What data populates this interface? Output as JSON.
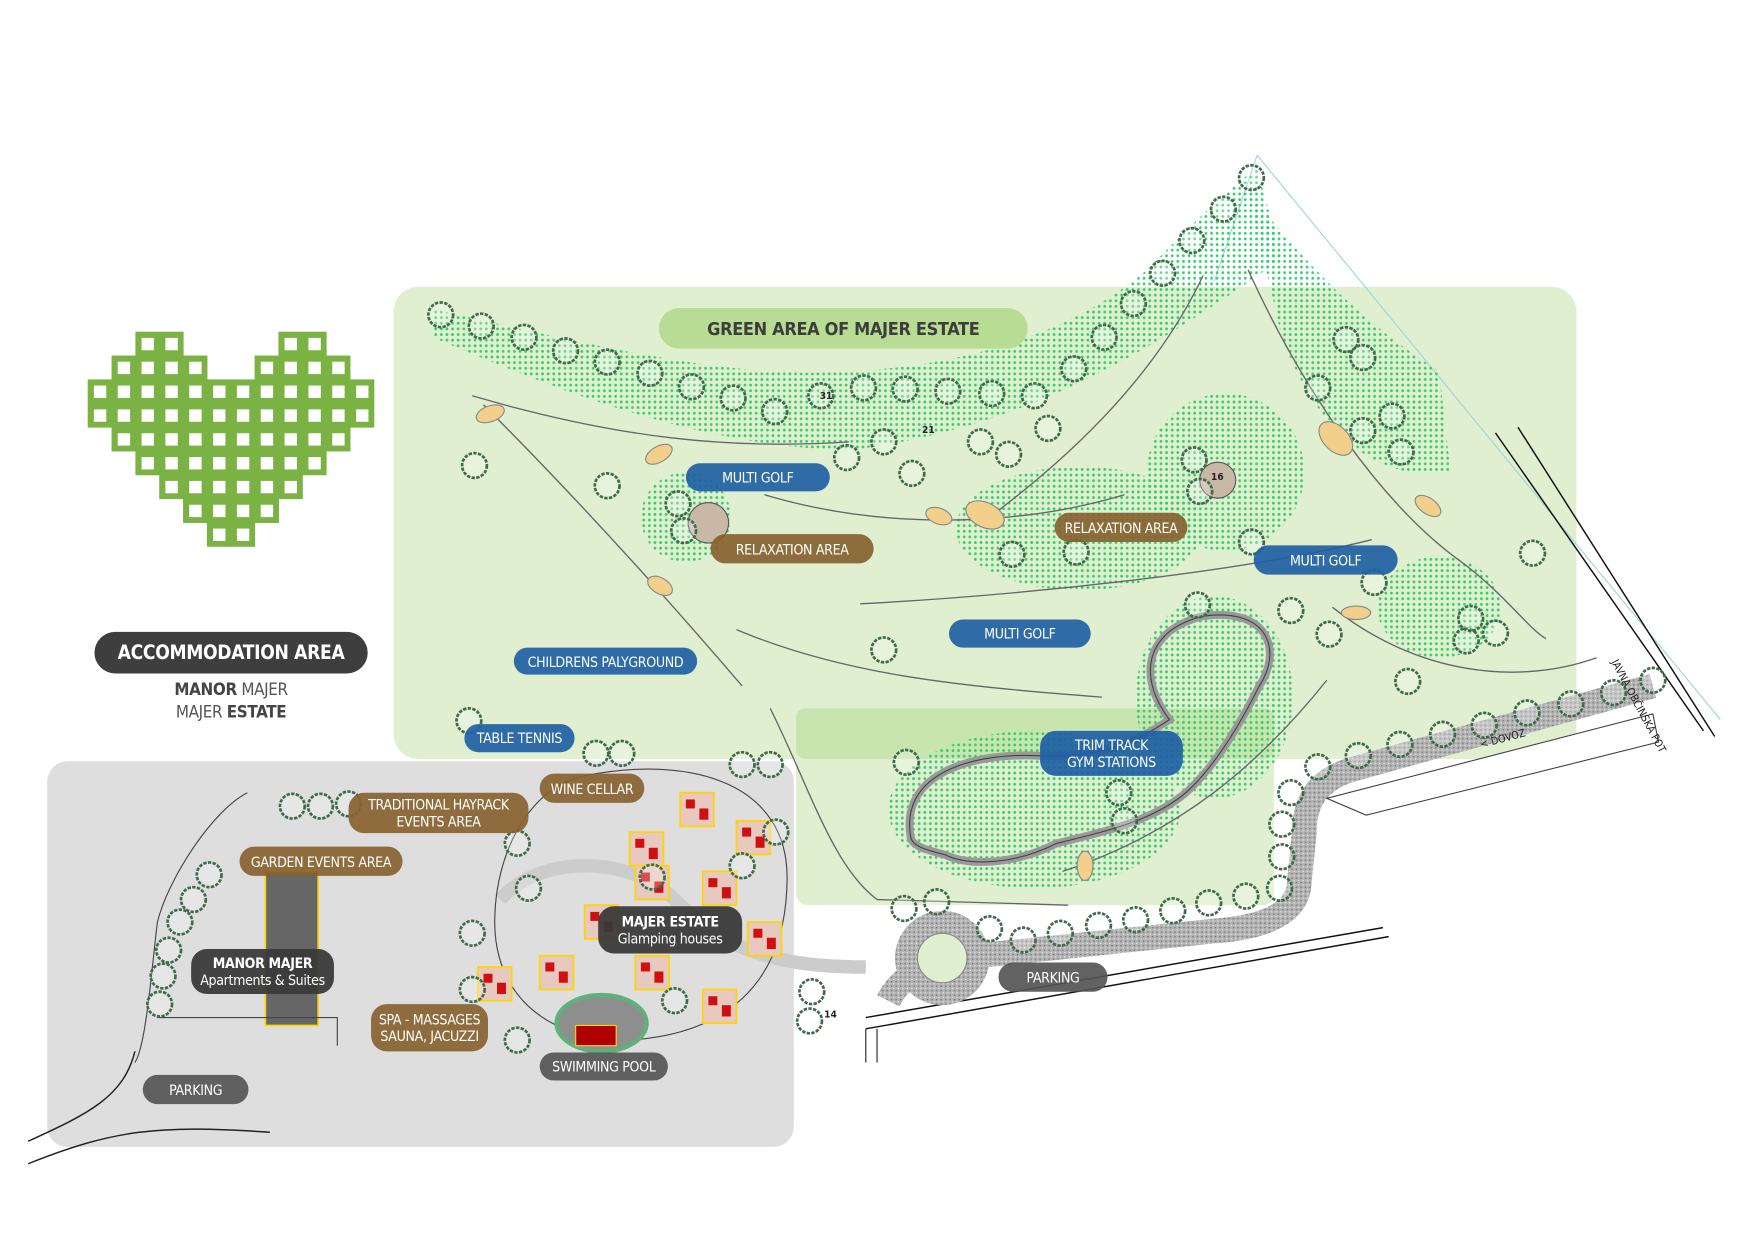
{
  "map_title": "GREEN AREA OF MAJER ESTATE",
  "accommodation": {
    "title": "ACCOMMODATION AREA",
    "line1_bold": "MANOR",
    "line1_rest": "MAJER",
    "line2_rest": "MAJER",
    "line2_bold": "ESTATE"
  },
  "labels": {
    "multi_golf_1": "MULTI GOLF",
    "multi_golf_2": "MULTI GOLF",
    "multi_golf_3": "MULTI GOLF",
    "relaxation_1": "RELAXATION AREA",
    "relaxation_2": "RELAXATION AREA",
    "playground": "CHILDRENS PALYGROUND",
    "table_tennis": "TABLE TENNIS",
    "trim_track_1": "TRIM TRACK",
    "trim_track_2": "GYM STATIONS",
    "wine_cellar": "WINE CELLAR",
    "hayrack_1": "TRADITIONAL HAYRACK",
    "hayrack_2": "EVENTS AREA",
    "garden_events": "GARDEN EVENTS AREA",
    "majer_estate_1": "MAJER ESTATE",
    "majer_estate_2": "Glamping houses",
    "manor_majer_1": "MANOR MAJER",
    "manor_majer_2": "Apartments & Suites",
    "spa_1": "SPA - MASSAGES",
    "spa_2": "SAUNA, JACUZZI",
    "swimming_pool": "SWIMMING POOL",
    "parking_1": "PARKING",
    "parking_2": "PARKING"
  },
  "roads": {
    "public_road": "JAVNA OBČINSKA POT",
    "access": "< DOVOZ"
  },
  "markers": [
    "31",
    "21",
    "16",
    "14"
  ],
  "colors": {
    "heart": "#7ab343",
    "green_area": "#dfefcf",
    "accommodation_bg": "#dedede",
    "tree": "#3f6b4a",
    "golf_blue": "#1e60a4",
    "relax_brown": "#876230"
  }
}
